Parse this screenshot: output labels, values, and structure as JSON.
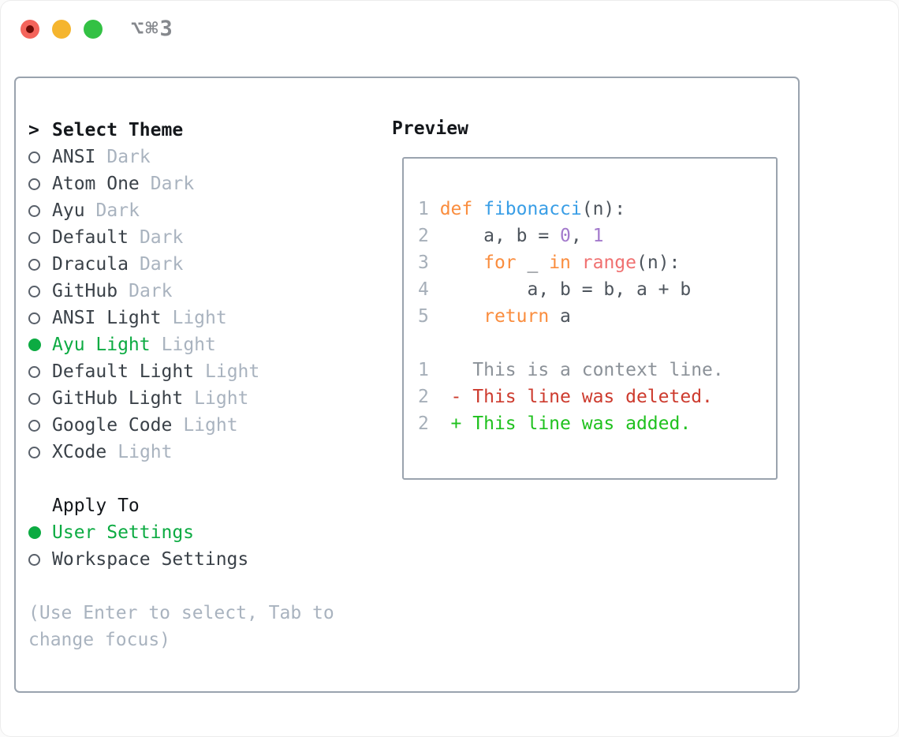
{
  "window": {
    "title": "⌥⌘3"
  },
  "traffic_lights": {
    "close_label": "close",
    "minimize_label": "minimize",
    "zoom_label": "zoom"
  },
  "theme_picker": {
    "header_marker": ">",
    "header": "Select Theme",
    "items": [
      {
        "name": "ANSI",
        "variant": "Dark",
        "selected": false
      },
      {
        "name": "Atom One",
        "variant": "Dark",
        "selected": false
      },
      {
        "name": "Ayu",
        "variant": "Dark",
        "selected": false
      },
      {
        "name": "Default",
        "variant": "Dark",
        "selected": false
      },
      {
        "name": "Dracula",
        "variant": "Dark",
        "selected": false
      },
      {
        "name": "GitHub",
        "variant": "Dark",
        "selected": false
      },
      {
        "name": "ANSI Light",
        "variant": "Light",
        "selected": false
      },
      {
        "name": "Ayu Light",
        "variant": "Light",
        "selected": true
      },
      {
        "name": "Default Light",
        "variant": "Light",
        "selected": false
      },
      {
        "name": "GitHub Light",
        "variant": "Light",
        "selected": false
      },
      {
        "name": "Google Code",
        "variant": "Light",
        "selected": false
      },
      {
        "name": "XCode",
        "variant": "Light",
        "selected": false
      }
    ]
  },
  "apply_to": {
    "header": "Apply To",
    "options": [
      {
        "name": "User Settings",
        "selected": true
      },
      {
        "name": "Workspace Settings",
        "selected": false
      }
    ]
  },
  "hint": "(Use Enter to select, Tab to change focus)",
  "preview": {
    "header": "Preview",
    "code_lines": [
      {
        "num": "1",
        "segs": [
          {
            "t": "def",
            "c": "kw"
          },
          {
            "t": " ",
            "c": "plain"
          },
          {
            "t": "fibonacci",
            "c": "fn"
          },
          {
            "t": "(n):",
            "c": "plain"
          }
        ]
      },
      {
        "num": "2",
        "segs": [
          {
            "t": "    a, b = ",
            "c": "plain"
          },
          {
            "t": "0",
            "c": "numc"
          },
          {
            "t": ", ",
            "c": "plain"
          },
          {
            "t": "1",
            "c": "numc"
          }
        ]
      },
      {
        "num": "3",
        "segs": [
          {
            "t": "    ",
            "c": "plain"
          },
          {
            "t": "for",
            "c": "kw"
          },
          {
            "t": " _ ",
            "c": "plain"
          },
          {
            "t": "in",
            "c": "kw"
          },
          {
            "t": " ",
            "c": "plain"
          },
          {
            "t": "range",
            "c": "call"
          },
          {
            "t": "(n):",
            "c": "plain"
          }
        ]
      },
      {
        "num": "4",
        "segs": [
          {
            "t": "        a, b = b, a + b",
            "c": "plain"
          }
        ]
      },
      {
        "num": "5",
        "segs": [
          {
            "t": "    ",
            "c": "plain"
          },
          {
            "t": "return",
            "c": "kw"
          },
          {
            "t": " a",
            "c": "plain"
          }
        ]
      },
      {
        "num": "",
        "segs": []
      },
      {
        "num": "1",
        "segs": [
          {
            "t": "   This is a context line.",
            "c": "ctx"
          }
        ]
      },
      {
        "num": "2",
        "segs": [
          {
            "t": " - This line was deleted.",
            "c": "del"
          }
        ]
      },
      {
        "num": "2",
        "segs": [
          {
            "t": " + This line was added.",
            "c": "add"
          }
        ]
      }
    ]
  },
  "colors": {
    "green": "#0cab42",
    "border": "#9aa3ae",
    "header": "#14171b",
    "name": "#3a4148",
    "tag": "#a9b3bf",
    "title_gray": "#85888d",
    "keyword": "#fa8d3e",
    "function": "#399ee6",
    "number": "#a37acc",
    "call": "#f07171",
    "plain": "#4d545c",
    "line_number": "#a6afb9",
    "context": "#8b9198",
    "deleted": "#cd3b2e",
    "added": "#1fc11e",
    "light_red": "#f4645b",
    "light_yellow": "#f5b52e",
    "light_green": "#33c144"
  }
}
